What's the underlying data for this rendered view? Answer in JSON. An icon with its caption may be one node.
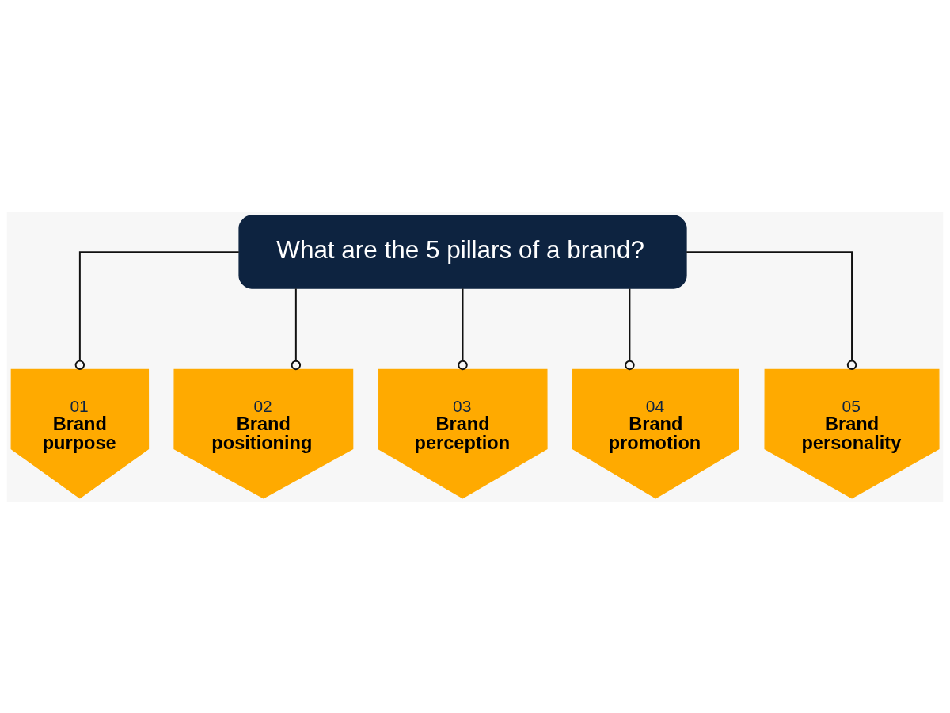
{
  "diagram": {
    "nodes": [
      {
        "text": [
          "What are the 5 pillars of a brand?"
        ]
      },
      {
        "text": [
          "01",
          "Brand purpose"
        ]
      },
      {
        "text": [
          "02",
          "Brand positioning"
        ]
      },
      {
        "text": [
          "03",
          "Brand perception"
        ]
      },
      {
        "text": [
          "04",
          "Brand promotion"
        ]
      },
      {
        "text": [
          "05",
          "Brand personality"
        ]
      }
    ],
    "edges": [
      {
        "from": 0,
        "to": 1,
        "arrow": "other"
      },
      {
        "from": 0,
        "to": 2,
        "arrow": "other"
      },
      {
        "from": 0,
        "to": 3,
        "arrow": "other"
      },
      {
        "from": 0,
        "to": 4,
        "arrow": "other"
      },
      {
        "from": 0,
        "to": 5,
        "arrow": "other"
      }
    ]
  }
}
